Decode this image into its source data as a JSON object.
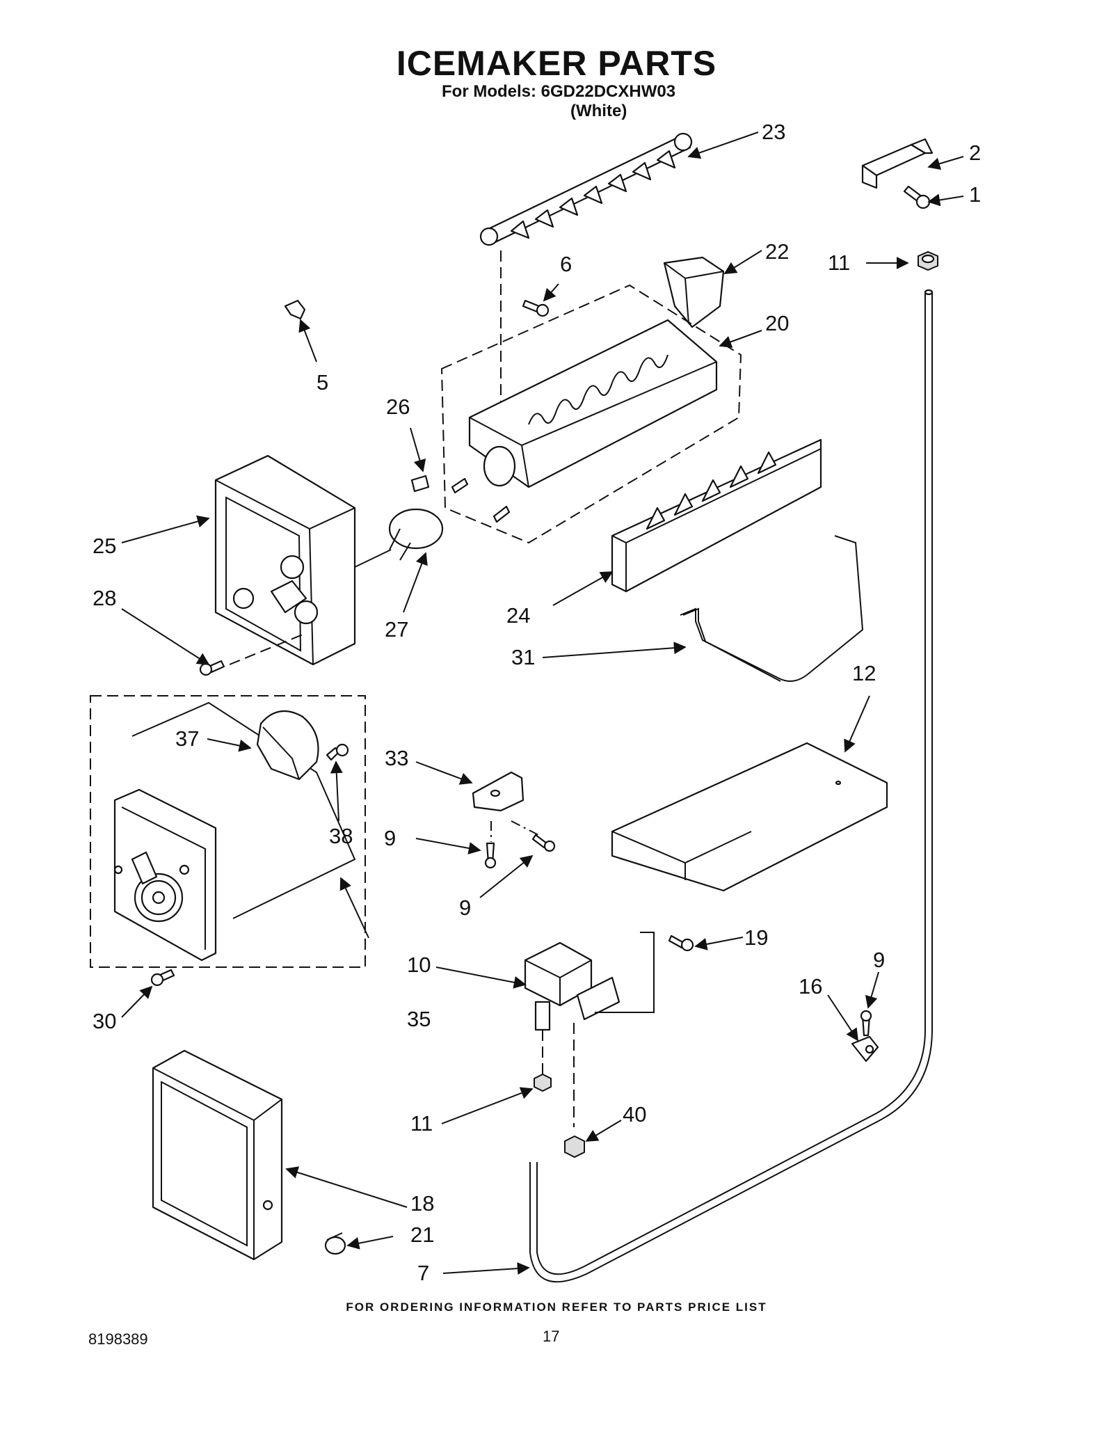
{
  "page": {
    "title": "ICEMAKER PARTS",
    "models_label": "For Models: 6GD22DCXHW03",
    "color_label": "(White)",
    "footer_note": "FOR ORDERING INFORMATION REFER TO PARTS PRICE LIST",
    "doc_number": "8198389",
    "page_number": "17"
  },
  "callouts": {
    "c1": "1",
    "c2": "2",
    "c5": "5",
    "c6": "6",
    "c7": "7",
    "c9a": "9",
    "c9b": "9",
    "c9c": "9",
    "c10": "10",
    "c11a": "11",
    "c11b": "11",
    "c12": "12",
    "c16": "16",
    "c18": "18",
    "c19": "19",
    "c20": "20",
    "c21": "21",
    "c22": "22",
    "c23": "23",
    "c24": "24",
    "c25": "25",
    "c26": "26",
    "c27": "27",
    "c28": "28",
    "c30": "30",
    "c31": "31",
    "c33": "33",
    "c35": "35",
    "c37": "37",
    "c38": "38",
    "c40": "40"
  }
}
